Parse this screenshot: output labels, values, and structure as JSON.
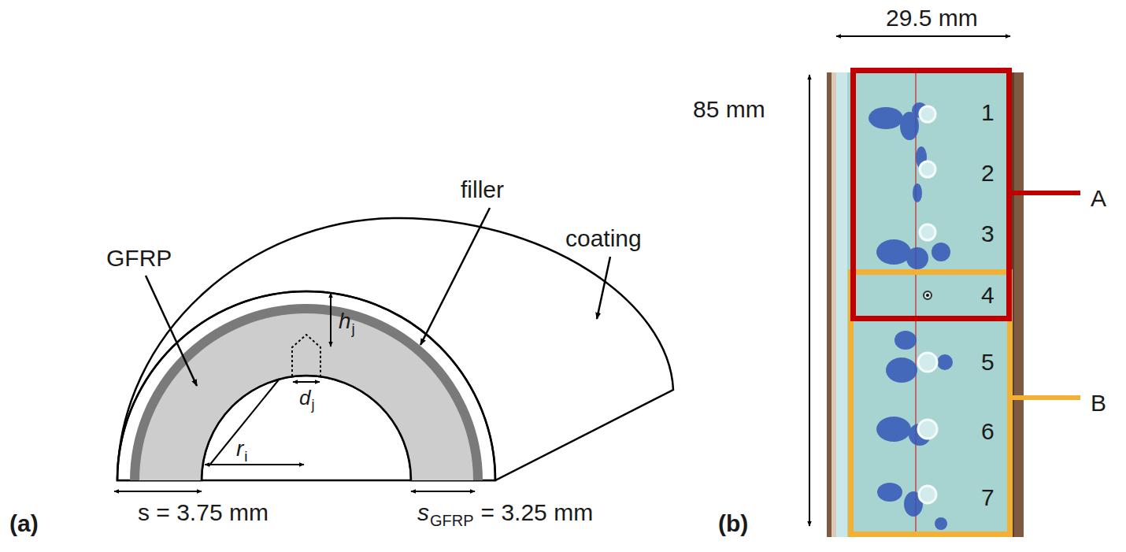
{
  "diagram": {
    "nodes": [
      {
        "text": [
          "A"
        ]
      },
      {
        "text": [
          "B"
        ]
      }
    ],
    "labels": [
      "GFRP",
      "filler",
      "coating",
      "h",
      "j",
      "d",
      "j",
      "r",
      "i",
      "s = 3.75 mm",
      "s",
      "GFRP",
      "= 3.25 mm",
      "(a)",
      "29.5 mm",
      "85 mm",
      "1",
      "2",
      "3",
      "4",
      "5",
      "6",
      "7",
      "(b)"
    ]
  }
}
